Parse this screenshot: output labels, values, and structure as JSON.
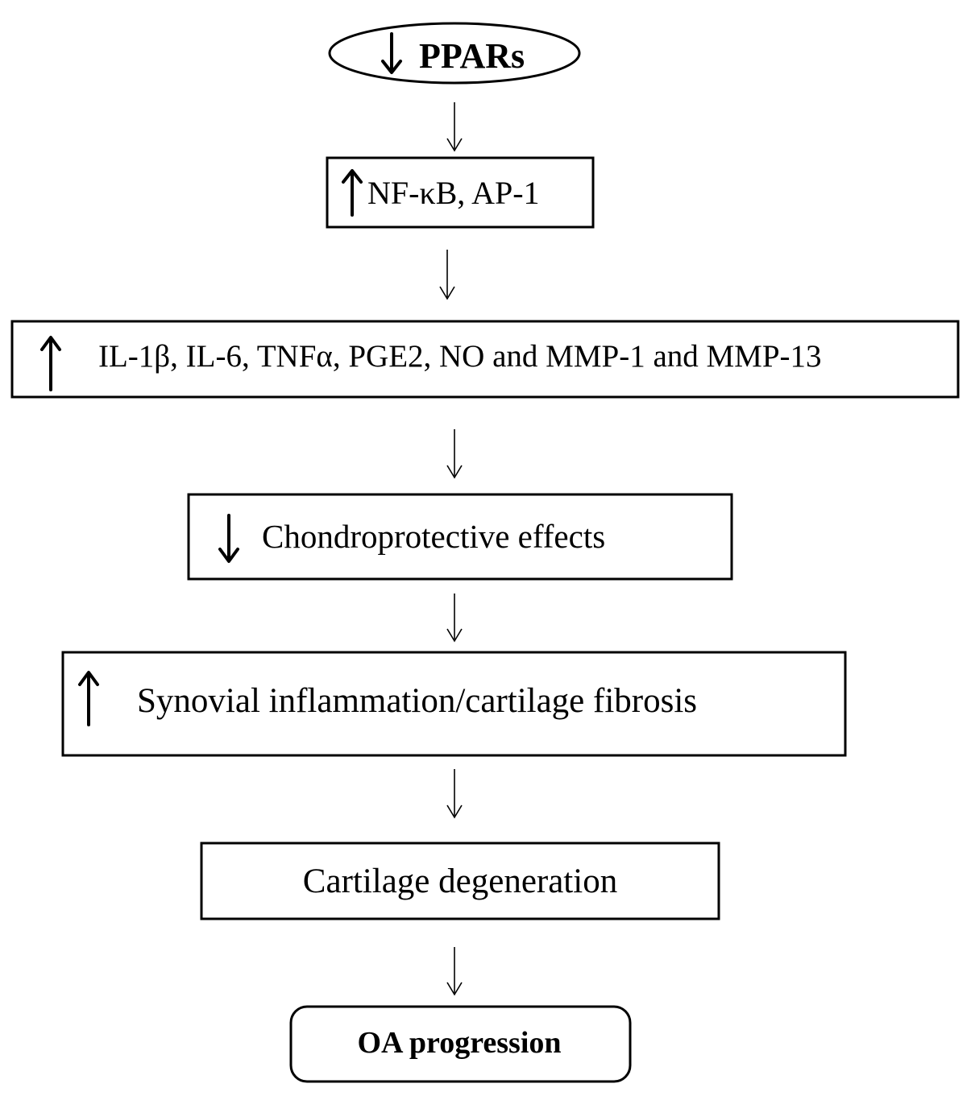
{
  "nodes": {
    "ppars": {
      "label": "PPARs",
      "direction": "down"
    },
    "nfkb": {
      "label": "NF-κB, AP-1",
      "direction": "up"
    },
    "cytokines": {
      "label": "IL-1β, IL-6, TNFα, PGE2, NO and MMP-1 and MMP-13",
      "direction": "up"
    },
    "chondroprotective": {
      "label": "Chondroprotective effects",
      "direction": "down"
    },
    "synovial": {
      "label": "Synovial inflammation/cartilage fibrosis",
      "direction": "up"
    },
    "degeneration": {
      "label": "Cartilage degeneration"
    },
    "oa": {
      "label": "OA progression"
    }
  },
  "colors": {
    "stroke": "#000000",
    "background": "#ffffff"
  }
}
